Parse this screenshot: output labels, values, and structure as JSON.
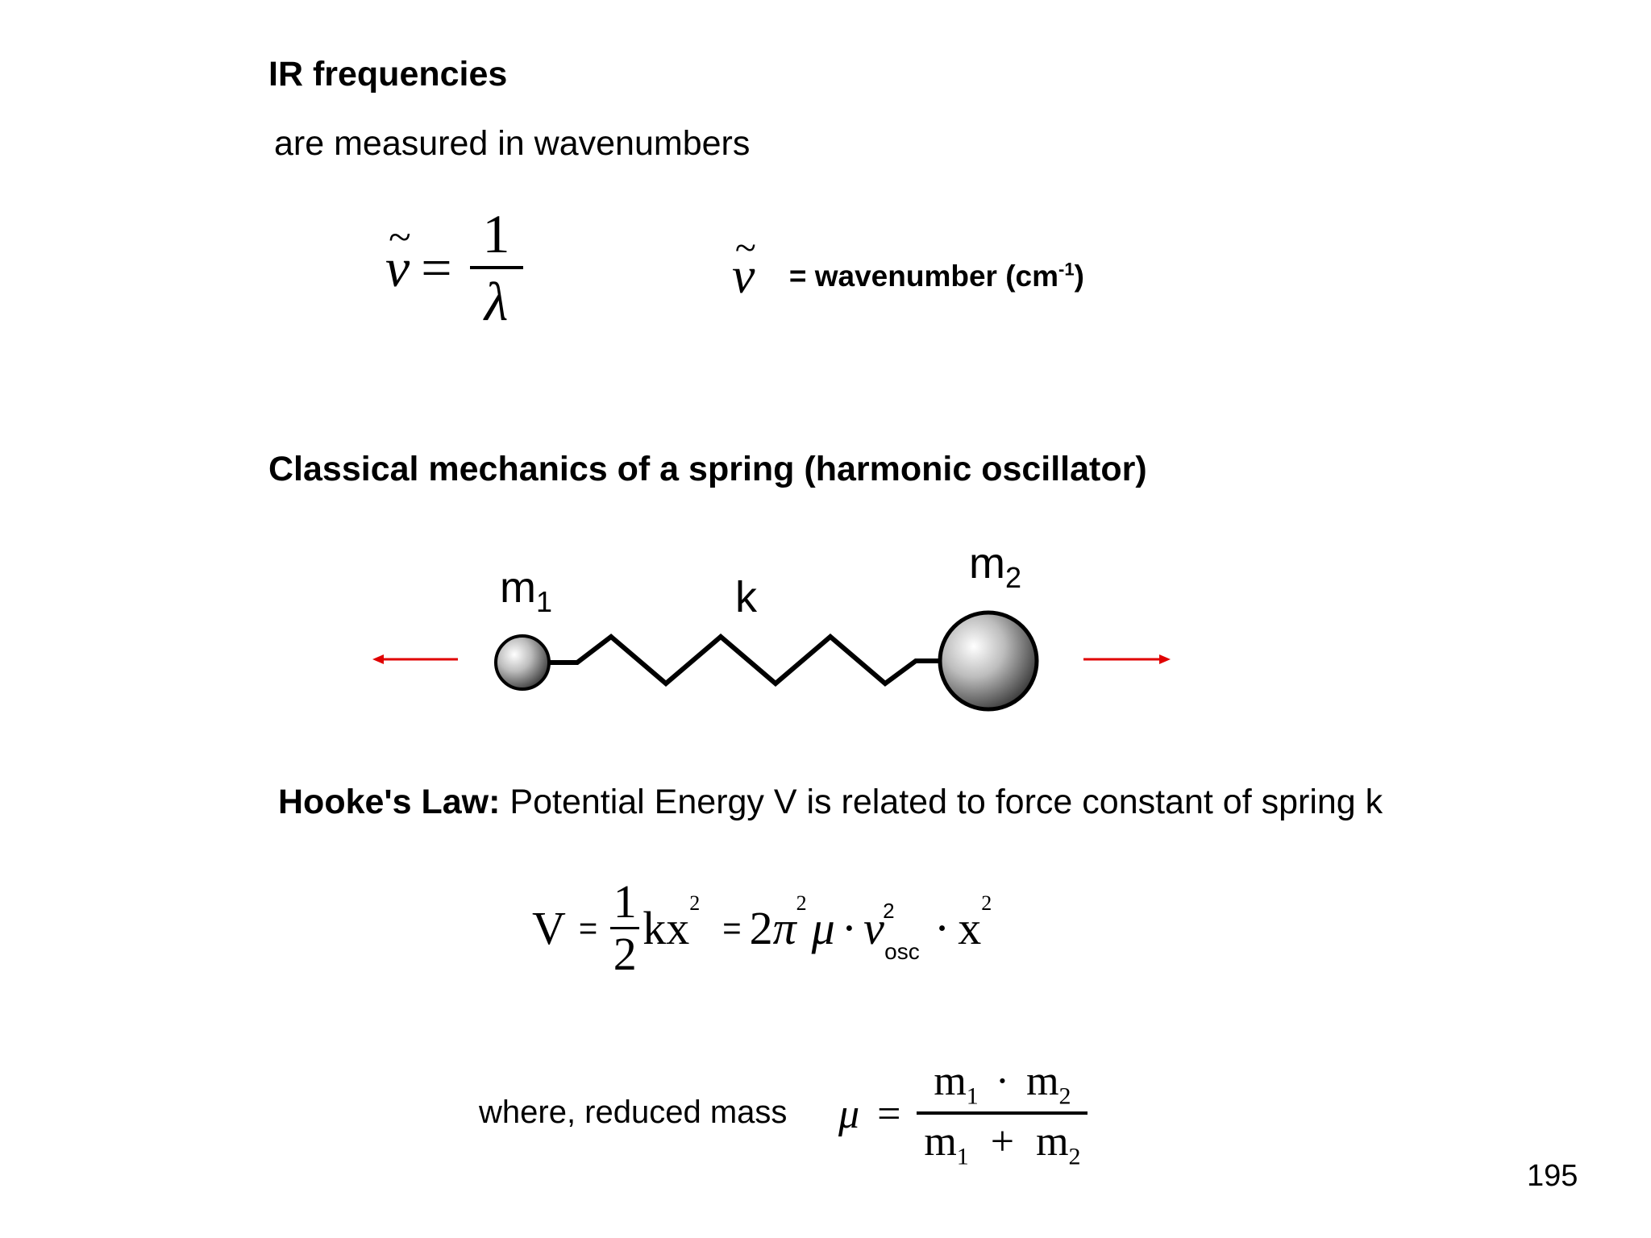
{
  "heading_ir": "IR frequencies",
  "subheading_ir": "are measured in wavenumbers",
  "eq_wavenumber": {
    "lhs": "ν",
    "tilde": "~",
    "equals": "=",
    "numerator": "1",
    "denominator": "λ"
  },
  "wavenumber_def": {
    "symbol": "ν",
    "tilde": "~",
    "text": "= wavenumber (cm",
    "exponent": "-1",
    "close": ")"
  },
  "heading_spring": "Classical mechanics of a spring (harmonic oscillator)",
  "spring_diagram": {
    "m1_base": "m",
    "m1_sub": "1",
    "k_label": "k",
    "m2_base": "m",
    "m2_sub": "2",
    "colors": {
      "arrow": "#e00000",
      "spring": "#000000",
      "mass_light": "#ffffff",
      "mass_dark": "#4a4a4a"
    }
  },
  "hooke": {
    "label": "Hooke's Law:",
    "text": " Potential Energy V is related to force constant of spring k"
  },
  "eq_hooke": {
    "V": "V",
    "eq1": "=",
    "num": "1",
    "den": "2",
    "kx": "kx",
    "sq1": "2",
    "eq2": "=",
    "two": "2",
    "pi": "π",
    "sq2": "2",
    "mu": "μ",
    "dot1": "·",
    "nu": "ν",
    "sq3": "2",
    "osc": "osc",
    "dot2": "·",
    "x": "x",
    "sq4": "2"
  },
  "reduced_mass": {
    "label": "where, reduced mass",
    "mu": "μ",
    "equals": "=",
    "num_m1": "m",
    "num_sub1": "1",
    "num_dot": "·",
    "num_m2": "m",
    "num_sub2": "2",
    "den_m1": "m",
    "den_sub1": "1",
    "den_plus": "+",
    "den_m2": "m",
    "den_sub2": "2"
  },
  "page_number": "195"
}
